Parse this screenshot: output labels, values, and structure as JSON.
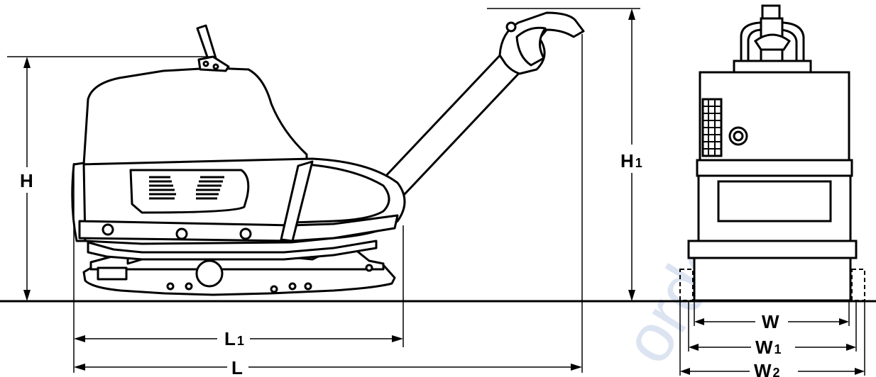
{
  "labels": {
    "height": "H",
    "height_handle": "H",
    "height_handle_sub": "1",
    "length_base": "L",
    "length_base_sub": "1",
    "length_total": "L",
    "width": "W",
    "width_1": "W",
    "width_1_sub": "1",
    "width_2": "W",
    "width_2_sub": "2"
  },
  "watermark": "order your",
  "colors": {
    "line": "#000000",
    "background": "#ffffff",
    "watermark": "#dce4f2"
  }
}
